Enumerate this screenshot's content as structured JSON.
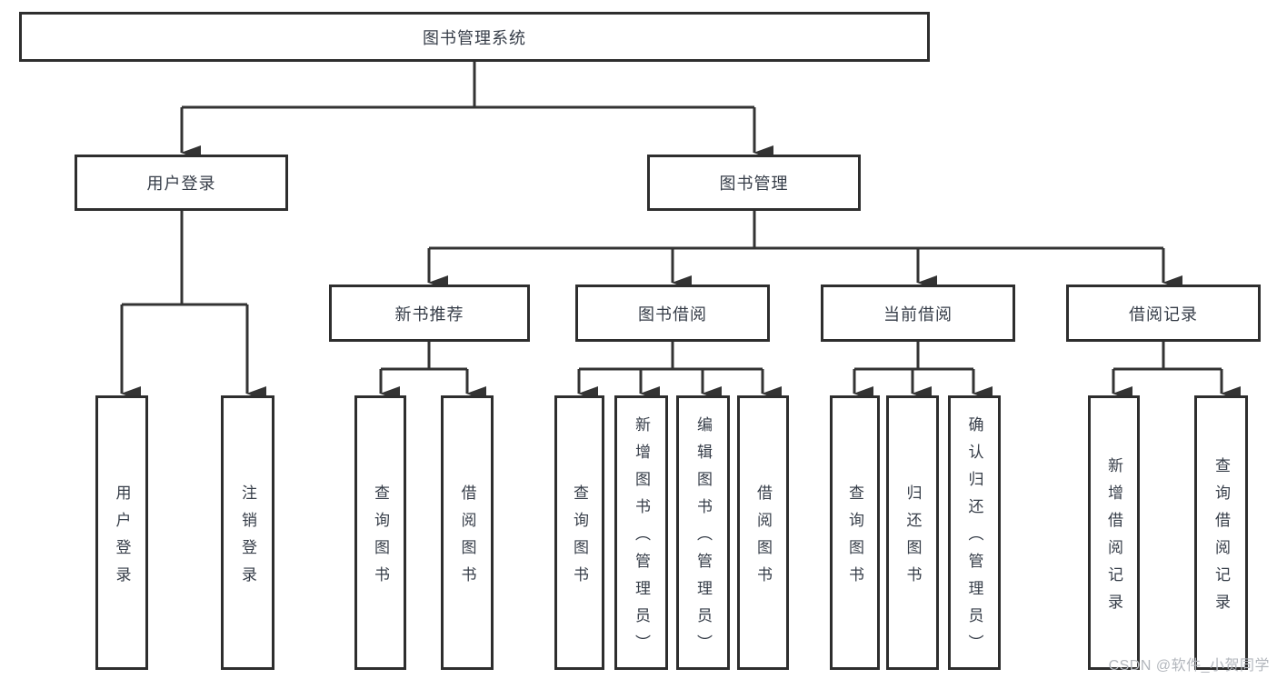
{
  "diagram_title": "图书管理系统",
  "nodes": {
    "root": {
      "label": "图书管理系统"
    },
    "user_login": {
      "label": "用户登录"
    },
    "book_mgmt": {
      "label": "图书管理"
    },
    "new_book_rec": {
      "label": "新书推荐"
    },
    "book_borrow": {
      "label": "图书借阅"
    },
    "current_borrow": {
      "label": "当前借阅"
    },
    "borrow_records": {
      "label": "借阅记录"
    },
    "leaf_user_login": {
      "label": "用户登录"
    },
    "leaf_logout": {
      "label": "注销登录"
    },
    "leaf_query_book_1": {
      "label": "查询图书"
    },
    "leaf_borrow_book_1": {
      "label": "借阅图书"
    },
    "leaf_query_book_2": {
      "label": "查询图书"
    },
    "leaf_add_book": {
      "label": "新增图书（管理员）"
    },
    "leaf_edit_book": {
      "label": "编辑图书（管理员）"
    },
    "leaf_borrow_book_2": {
      "label": "借阅图书"
    },
    "leaf_query_book_3": {
      "label": "查询图书"
    },
    "leaf_return_book": {
      "label": "归还图书"
    },
    "leaf_confirm_return": {
      "label": "确认归还（管理员）"
    },
    "leaf_add_record": {
      "label": "新增借阅记录"
    },
    "leaf_query_record": {
      "label": "查询借阅记录"
    }
  },
  "colors": {
    "line": "#333333",
    "box_border": "#2e2e2e",
    "text": "#363d48",
    "watermark_text": "#b3b7bd",
    "background": "#ffffff"
  },
  "watermark": {
    "text": "CSDN @软件_小贺同学"
  }
}
